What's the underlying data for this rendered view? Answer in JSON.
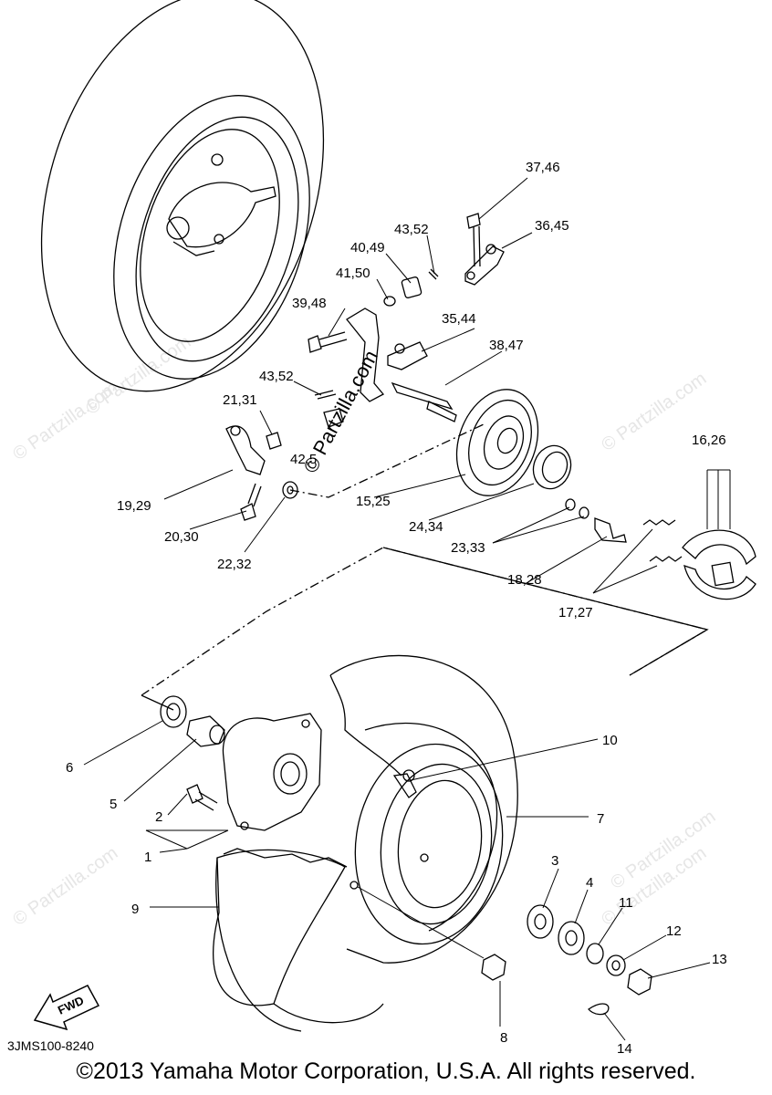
{
  "watermark": "© Partzilla.com",
  "diagram_code": "3JMS100-8240",
  "copyright": "©2013 Yamaha Motor Corporation, U.S.A. All rights reserved.",
  "fwd_label": "FWD",
  "callouts": {
    "c37_46": "37,46",
    "c36_45": "36,45",
    "c43_52a": "43,52",
    "c40_49": "40,49",
    "c41_50": "41,50",
    "c39_48": "39,48",
    "c35_44": "35,44",
    "c38_47": "38,47",
    "c43_52b": "43,52",
    "c21_31": "21,31",
    "c42_5": "42,5",
    "c16_26": "16,26",
    "c19_29": "19,29",
    "c15_25": "15,25",
    "c20_30": "20,30",
    "c24_34": "24,34",
    "c23_33": "23,33",
    "c22_32": "22,32",
    "c18_28": "18,28",
    "c17_27": "17,27",
    "c10": "10",
    "c6": "6",
    "c7": "7",
    "c5": "5",
    "c2": "2",
    "c1": "1",
    "c3": "3",
    "c4": "4",
    "c9": "9",
    "c11": "11",
    "c12": "12",
    "c13": "13",
    "c8": "8",
    "c14": "14"
  }
}
